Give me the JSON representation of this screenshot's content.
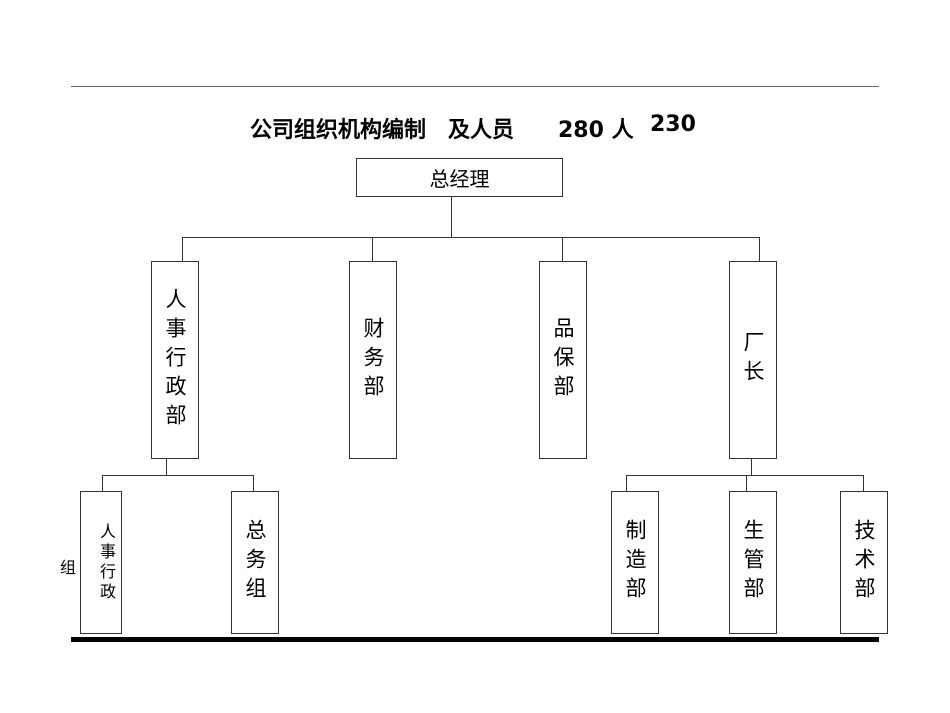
{
  "title": {
    "main": "公司组织机构编制",
    "overlay": "及人员",
    "count": "280 人",
    "count_overlay": "230"
  },
  "root": "总经理",
  "departments": [
    "人事行政部",
    "财务部",
    "品保部",
    "厂长"
  ],
  "hr_children": [
    "人事行政",
    "组",
    "总务组"
  ],
  "factory_children": [
    "制造部",
    "生管部",
    "技术部"
  ]
}
